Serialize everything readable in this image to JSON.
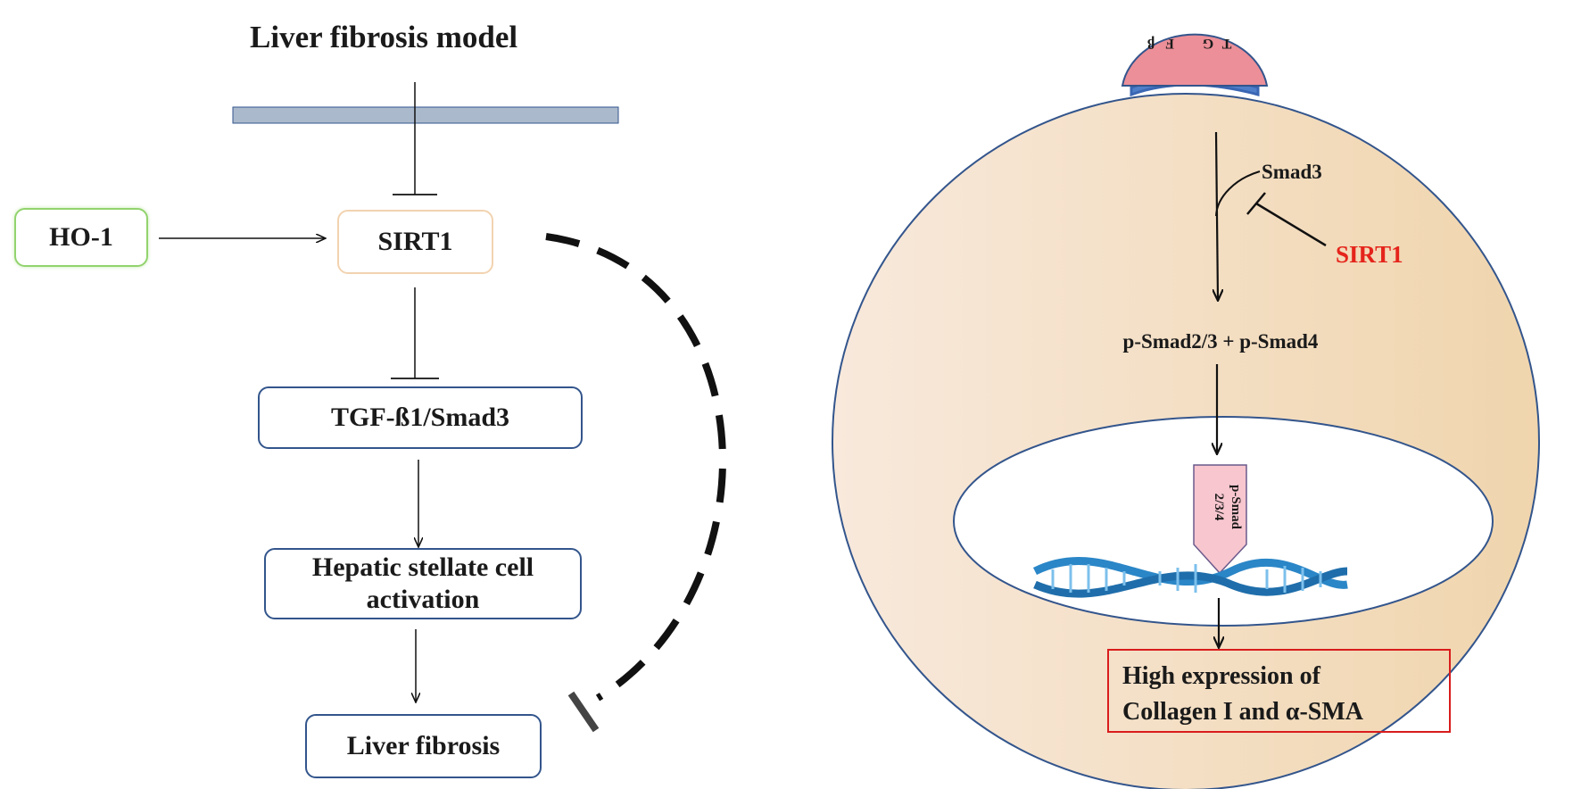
{
  "left": {
    "title": "Liver fibrosis model",
    "ho1": "HO-1",
    "sirt1": "SIRT1",
    "tgf": "TGF-ß1/Smad3",
    "hsc_line1": "Hepatic stellate cell",
    "hsc_line2": "activation",
    "fibrosis": "Liver fibrosis"
  },
  "right": {
    "receptor_letters": [
      "T",
      "G",
      "F",
      "β"
    ],
    "smad3": "Smad3",
    "sirt1": "SIRT1",
    "psmad": "p-Smad2/3 + p-Smad4",
    "arrow_line1": "p-Smad",
    "arrow_line2": "2/3/4",
    "result_line1": "High expression of",
    "result_line2": "Collagen I and α-SMA"
  },
  "colors": {
    "line": "#111111",
    "box_border": "#33558c",
    "ho1_border": "#92d36e",
    "sirt1_border": "#f2d3b0",
    "membrane_bar": "#aab9cc",
    "cell_light": "#f8e9dc",
    "cell_dark": "#f0d5ad",
    "receptor": "#ec8f98",
    "sirt1_text": "#e5241b",
    "result_border": "#d91c1c",
    "pink_arrow": "#f7c6cf",
    "dna": "#2a86c7"
  }
}
